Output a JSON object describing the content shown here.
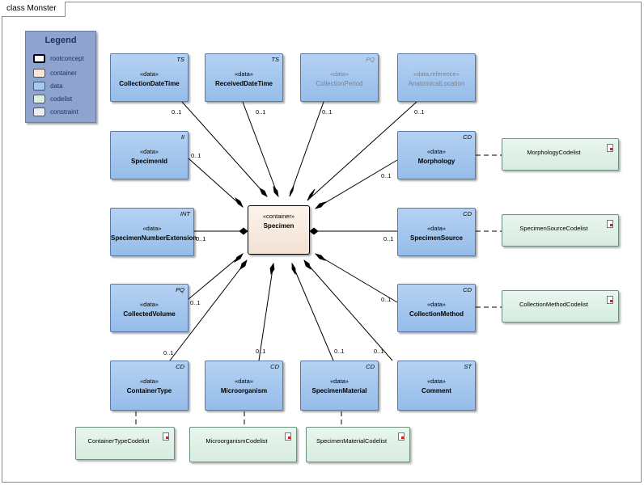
{
  "frame": {
    "title": "class Monster"
  },
  "legend": {
    "title": "Legend",
    "items": [
      {
        "label": "rootconcept",
        "color": "#ffffff"
      },
      {
        "label": "container",
        "color": "#f8e6d8"
      },
      {
        "label": "data",
        "color": "#a7c8ef"
      },
      {
        "label": "codelist",
        "color": "#dcefe4"
      },
      {
        "label": "constraint",
        "color": "#eeeef6"
      }
    ]
  },
  "center": {
    "stereotype": "«container»",
    "name": "Specimen"
  },
  "classes": {
    "collection_datetime": {
      "stereotype": "«data»",
      "name": "CollectionDateTime",
      "type": "TS"
    },
    "received_datetime": {
      "stereotype": "«data»",
      "name": "ReceivedDateTime",
      "type": "TS"
    },
    "collection_period": {
      "stereotype": "«data»",
      "name": "CollectionPeriod",
      "type": "PQ"
    },
    "anatomical_location": {
      "stereotype": "«data,reference»",
      "name": "AnatomicalLocation",
      "type": ""
    },
    "specimen_id": {
      "stereotype": "«data»",
      "name": "SpecimenId",
      "type": "II"
    },
    "morphology": {
      "stereotype": "«data»",
      "name": "Morphology",
      "type": "CD"
    },
    "specimen_number_extension": {
      "stereotype": "«data»",
      "name": "SpecimenNumberExtension",
      "type": "INT"
    },
    "specimen_source": {
      "stereotype": "«data»",
      "name": "SpecimenSource",
      "type": "CD"
    },
    "collected_volume": {
      "stereotype": "«data»",
      "name": "CollectedVolume",
      "type": "PQ"
    },
    "collection_method": {
      "stereotype": "«data»",
      "name": "CollectionMethod",
      "type": "CD"
    },
    "container_type": {
      "stereotype": "«data»",
      "name": "ContainerType",
      "type": "CD"
    },
    "microorganism": {
      "stereotype": "«data»",
      "name": "Microorganism",
      "type": "CD"
    },
    "specimen_material": {
      "stereotype": "«data»",
      "name": "SpecimenMaterial",
      "type": "CD"
    },
    "comment": {
      "stereotype": "«data»",
      "name": "Comment",
      "type": "ST"
    }
  },
  "codelists": {
    "morphology": "MorphologyCodelist",
    "specimen_source": "SpecimenSourceCodelist",
    "collection_method": "CollectionMethodCodelist",
    "container_type": "ContainerTypeCodelist",
    "microorganism": "MicroorganismCodelist",
    "specimen_material": "SpecimenMaterialCodelist"
  },
  "multiplicities": {
    "collection_datetime": "0..1",
    "received_datetime": "0..1",
    "collection_period": "0..1",
    "anatomical_location": "0..1",
    "specimen_id": "0..1",
    "morphology": "0..1",
    "specimen_number_extension": "0..1",
    "specimen_source": "0..1",
    "collected_volume": "0..1",
    "collection_method": "0..1",
    "container_type": "0..1",
    "microorganism": "0..1",
    "specimen_material": "0..1",
    "comment": "0..1"
  }
}
